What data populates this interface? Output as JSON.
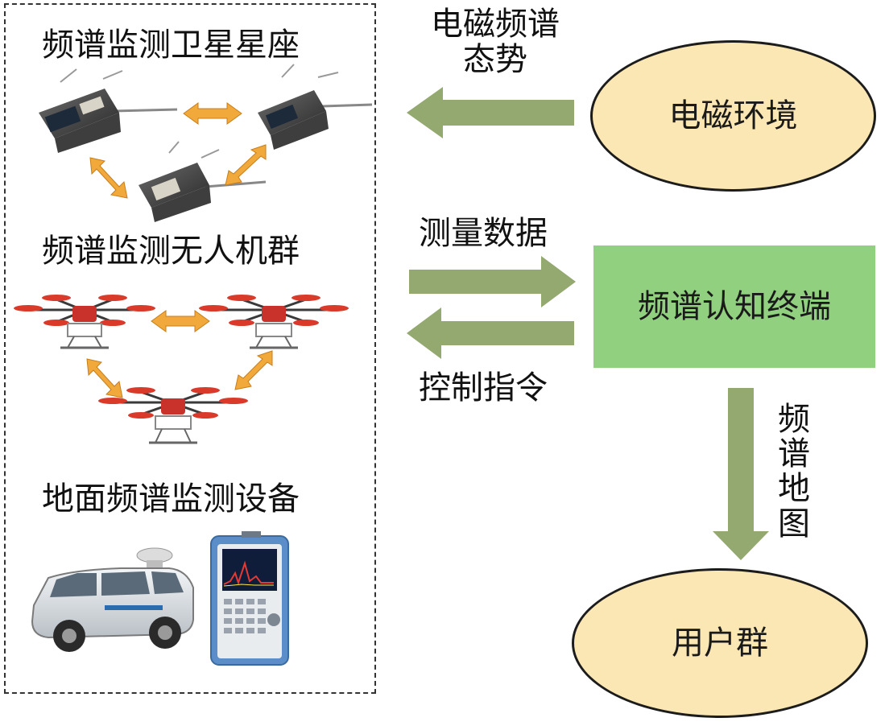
{
  "left_panel": {
    "satellite_label": "频谱监测卫星星座",
    "uav_label": "频谱监测无人机群",
    "ground_label": "地面频谱监测设备"
  },
  "flows": {
    "situation": "电磁频谱态势",
    "measurement": "测量数据",
    "control": "控制指令",
    "spectrum_map": "频谱地图"
  },
  "nodes": {
    "environment": "电磁环境",
    "terminal": "频谱认知终端",
    "users": "用户群"
  },
  "colors": {
    "arrow_green": "#93a970",
    "ellipse_fill": "#fbe7b3",
    "terminal_fill": "#90d07f",
    "link_arrow": "#f2a93b"
  }
}
